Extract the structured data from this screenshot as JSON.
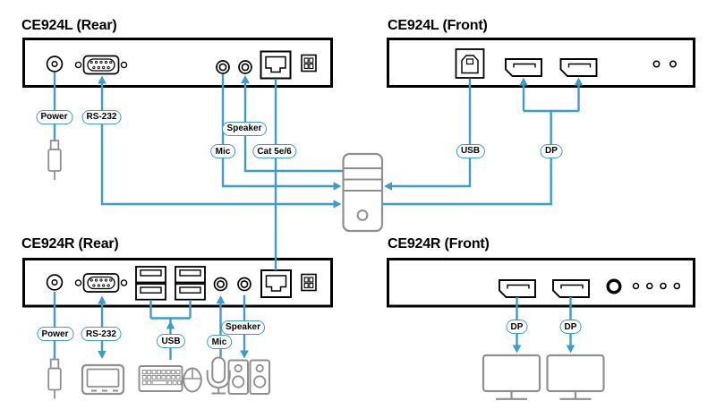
{
  "colors": {
    "connector_blue": "#3E9CC9",
    "device_gray": "#8F8F8F",
    "panel_black": "#000000",
    "background": "#FFFFFF"
  },
  "ce924l_rear": {
    "title": "CE924L (Rear)",
    "labels": {
      "power": "Power",
      "rs232": "RS-232",
      "speaker": "Speaker",
      "mic": "Mic",
      "cat5e6": "Cat 5e/6"
    }
  },
  "ce924l_front": {
    "title": "CE924L (Front)",
    "labels": {
      "usb": "USB",
      "dp": "DP"
    }
  },
  "ce924r_rear": {
    "title": "CE924R (Rear)",
    "labels": {
      "power": "Power",
      "rs232": "RS-232",
      "usb": "USB",
      "mic": "Mic",
      "speaker": "Speaker"
    }
  },
  "ce924r_front": {
    "title": "CE924R (Front)",
    "labels": {
      "dp_left": "DP",
      "dp_right": "DP"
    }
  }
}
